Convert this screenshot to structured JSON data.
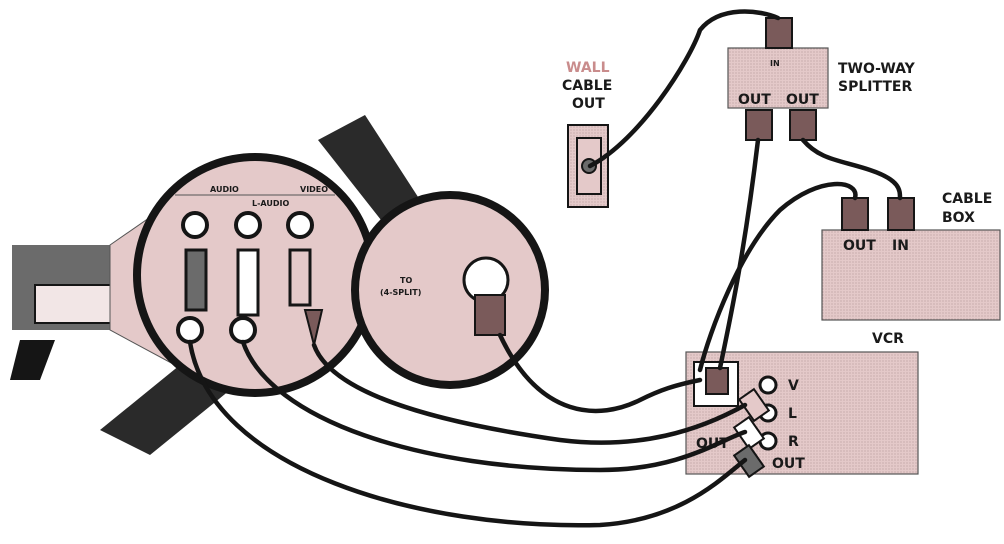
{
  "wall_outlet": {
    "line1": "WALL",
    "line2": "CABLE",
    "line3": "OUT"
  },
  "splitter": {
    "in": "IN",
    "out1": "OUT",
    "out2": "OUT",
    "name1": "TWO-WAY",
    "name2": "SPLITTER"
  },
  "cable_box": {
    "out": "OUT",
    "in": "IN",
    "name1": "CABLE",
    "name2": "BOX"
  },
  "vcr": {
    "name": "VCR",
    "v": "V",
    "l": "L",
    "r": "R",
    "out1": "OUT",
    "out2": "OUT"
  },
  "camera_panel": {
    "tag1": "AUDIO",
    "tag2": "L-AUDIO",
    "tag3": "VIDEO"
  },
  "rf_circle": {
    "line1": "TO",
    "line2": "(4-SPLIT)"
  },
  "colors": {
    "accent": "#e4c9c9",
    "wall_label": "#c98c8c",
    "line": "#151515"
  }
}
